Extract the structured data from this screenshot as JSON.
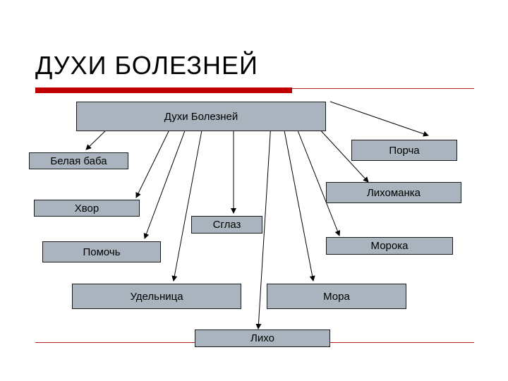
{
  "title": "ДУХИ БОЛЕЗНЕЙ",
  "colors": {
    "accent_red": "#c00000",
    "rule_red": "#b22222",
    "box_fill": "#a9b4be",
    "box_border": "#1a1a1a",
    "arrow": "#000000"
  },
  "diagram": {
    "root": "Духи Болезней",
    "children": {
      "belaya_baba": "Белая баба",
      "khvor": "Хвор",
      "pomoch": "Помочь",
      "udelnitsa": "Удельница",
      "sglaz": "Сглаз",
      "likho": "Лихо",
      "mora": "Мора",
      "moroka": "Морока",
      "likhomanka": "Лихоманка",
      "porcha": "Порча"
    }
  }
}
